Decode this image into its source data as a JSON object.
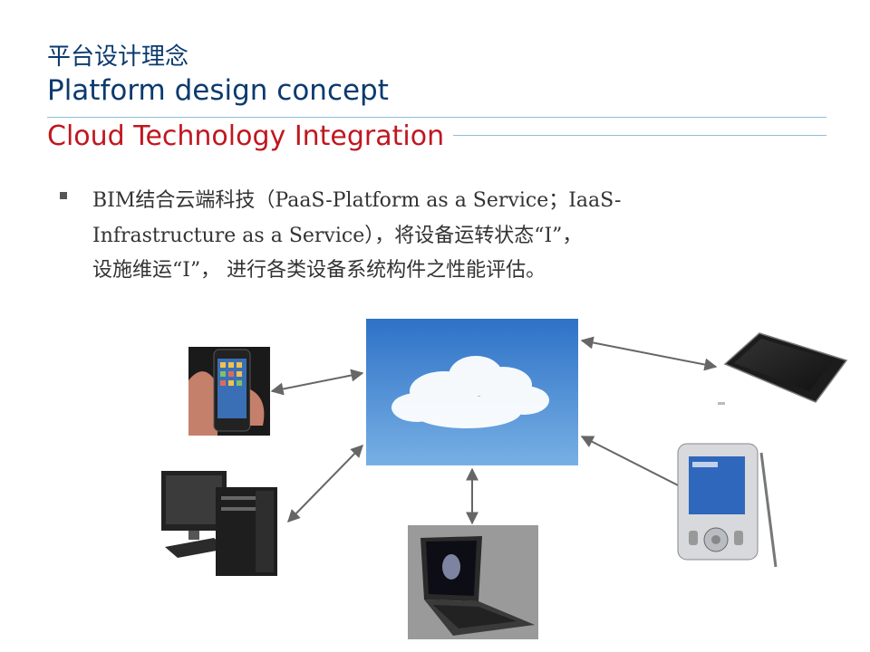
{
  "slide": {
    "title_cn": "平台设计理念",
    "title_en": "Platform design concept",
    "subtitle": "Cloud Technology Integration",
    "body_lines": [
      "BIM结合云端科技（PaaS-Platform as a Service；IaaS-",
      "Infrastructure as a Service），将设备运转状态“I”，",
      "设施维运“I”， 进行各类设备系统构件之性能评估。"
    ]
  },
  "diagram": {
    "center": "cloud",
    "devices": [
      "smartphone-icon",
      "tablet-icon",
      "desktop-computer-icon",
      "laptop-icon",
      "pda-icon"
    ]
  },
  "colors": {
    "title": "#0b3a6e",
    "subtitle": "#c0171f",
    "rule": "#8ebfd8",
    "sky_top": "#2e72c7",
    "sky_bottom": "#78b0e4"
  }
}
